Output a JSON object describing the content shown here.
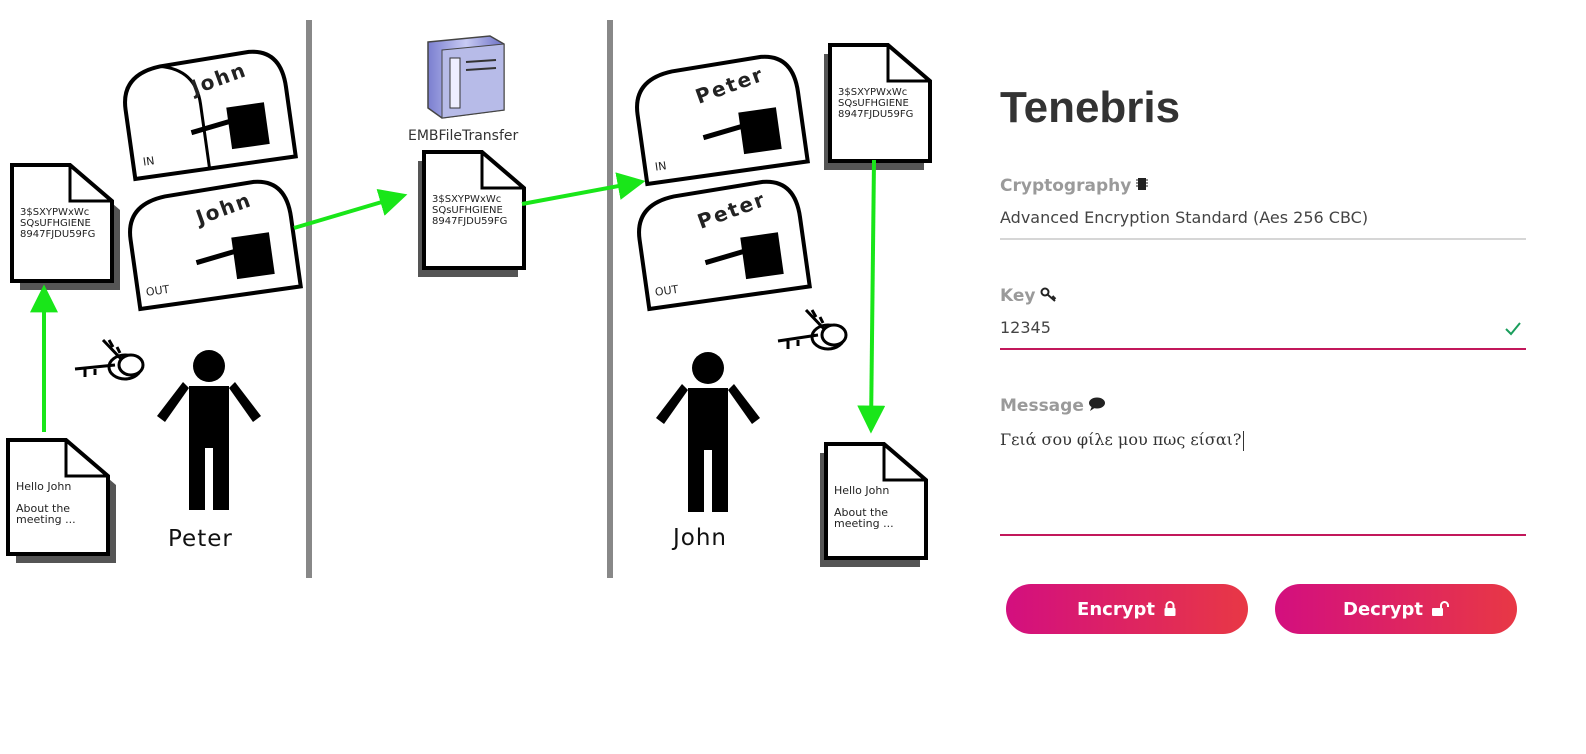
{
  "app": {
    "title": "Tenebris"
  },
  "form": {
    "cryptography": {
      "label": "Cryptography",
      "icon": "chip-icon",
      "value": "Advanced Encryption Standard (Aes 256 CBC)"
    },
    "key": {
      "label": "Key",
      "icon": "key-icon",
      "value": "12345",
      "valid": true
    },
    "message": {
      "label": "Message",
      "icon": "speech-bubble-icon",
      "value": "Γειά σου φίλε μου πως είσαι?"
    },
    "buttons": {
      "encrypt": {
        "label": "Encrypt",
        "icon": "lock-closed-icon"
      },
      "decrypt": {
        "label": "Decrypt",
        "icon": "lock-open-icon"
      }
    },
    "colors": {
      "accent": "#c2185b",
      "button_start": "#d30f7f",
      "button_end": "#e83845",
      "valid_check": "#1a9e5c"
    }
  },
  "illustration": {
    "server_label": "EMBFileTransfer",
    "cipher_text": [
      "3$SXYPWxWc",
      "SQsUFHGIENE",
      "8947FJDU59FG"
    ],
    "plain_text": [
      "Hello John",
      "About the",
      "meeting ..."
    ],
    "mailboxes": {
      "john_in": {
        "name": "John",
        "tag": "IN"
      },
      "john_out": {
        "name": "John",
        "tag": "OUT"
      },
      "peter_in": {
        "name": "Peter",
        "tag": "IN"
      },
      "peter_out": {
        "name": "Peter",
        "tag": "OUT"
      }
    },
    "people": {
      "sender": "Peter",
      "receiver": "John"
    }
  }
}
